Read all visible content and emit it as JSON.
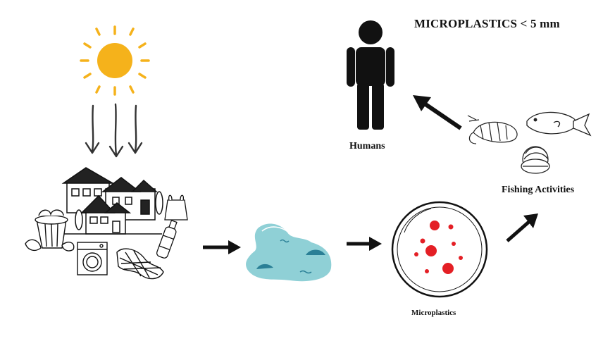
{
  "title": "MICROPLASTICS < 5 mm",
  "labels": {
    "humans": "Humans",
    "fishing": "Fishing Activities",
    "microplastics": "Microplastics"
  },
  "colors": {
    "sun": "#f5b21b",
    "water": "#8fd0d6",
    "water_accent": "#2a7f96",
    "particles": "#e41f25",
    "ink": "#111111"
  },
  "icons": [
    "sun-icon",
    "house-icon",
    "trash-bin-icon",
    "plastic-bag-icon",
    "plastic-bottle-icon",
    "washing-machine-icon",
    "fishing-net-icon",
    "water-body-icon",
    "petri-dish-icon",
    "human-icon",
    "shrimp-icon",
    "fish-icon",
    "clam-icon"
  ]
}
